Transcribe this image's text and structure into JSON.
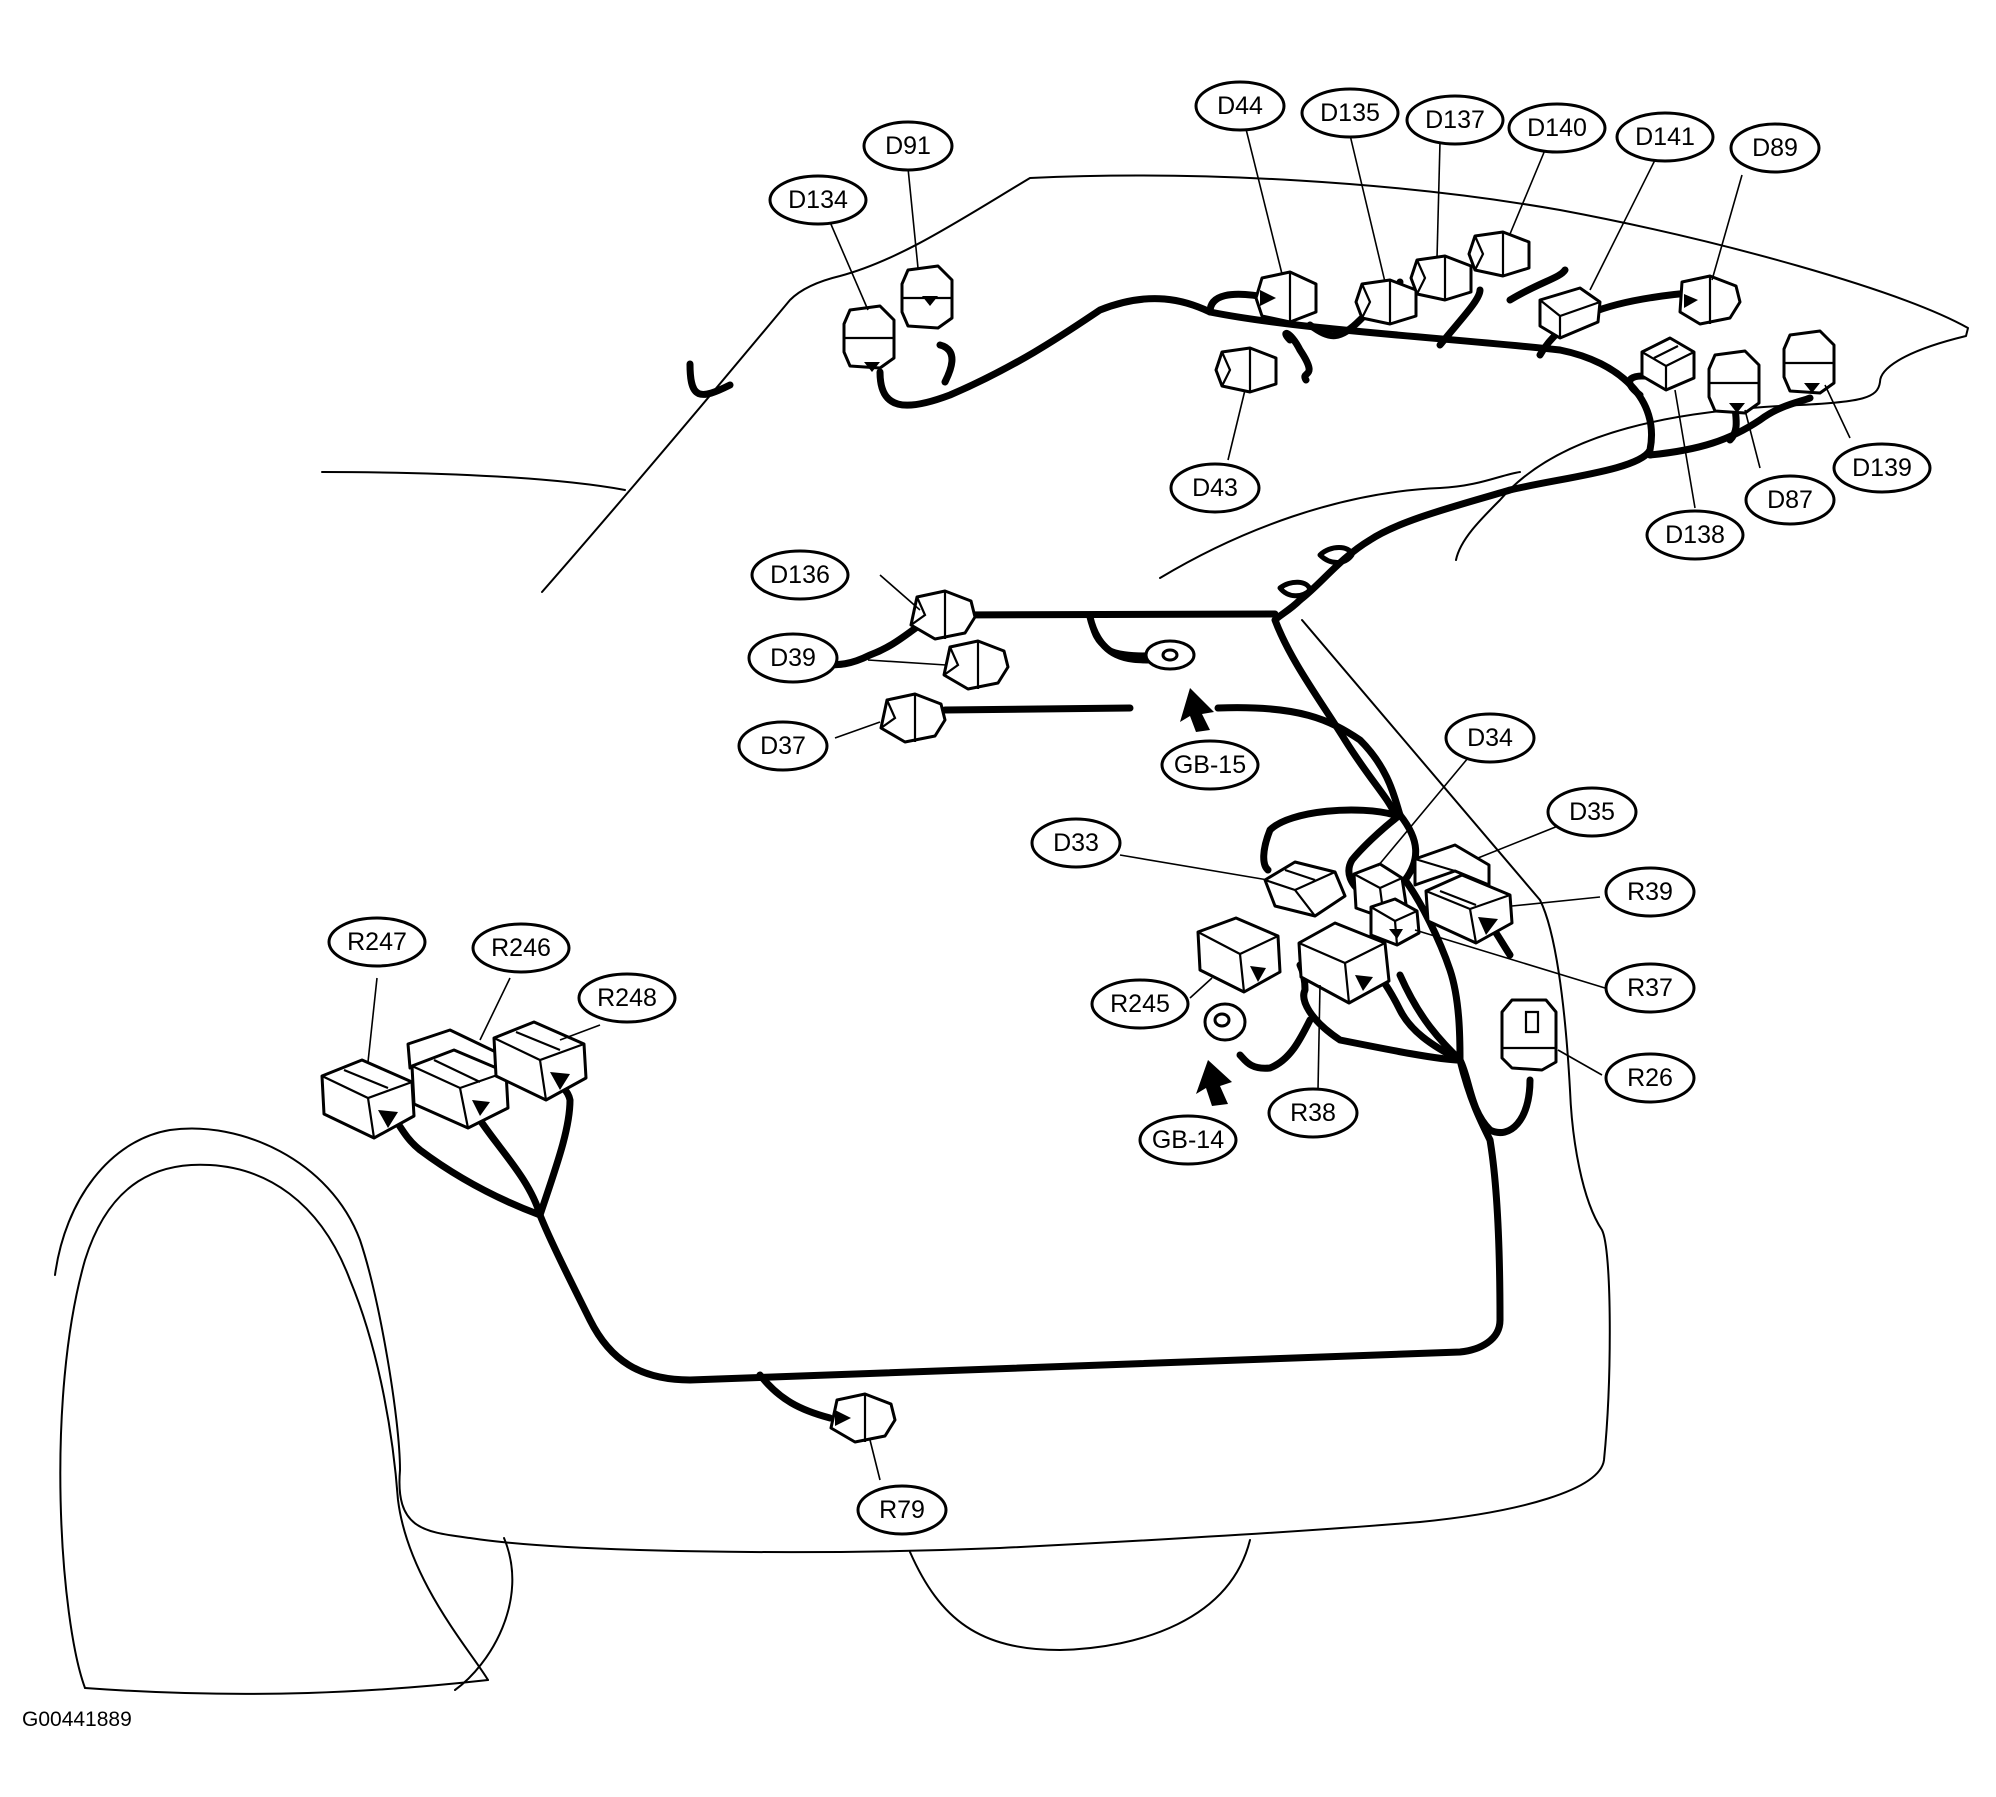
{
  "figure_code": "G00441889",
  "callouts": {
    "D134": "D134",
    "D91": "D91",
    "D44": "D44",
    "D135": "D135",
    "D137": "D137",
    "D140": "D140",
    "D141": "D141",
    "D89": "D89",
    "D43": "D43",
    "D139": "D139",
    "D87": "D87",
    "D138": "D138",
    "D136": "D136",
    "D39": "D39",
    "D37": "D37",
    "GB15": "GB-15",
    "D34": "D34",
    "D35": "D35",
    "D33": "D33",
    "R39": "R39",
    "R37": "R37",
    "R245": "R245",
    "R38": "R38",
    "R26": "R26",
    "GB14": "GB-14",
    "R247": "R247",
    "R246": "R246",
    "R248": "R248",
    "R79": "R79"
  }
}
